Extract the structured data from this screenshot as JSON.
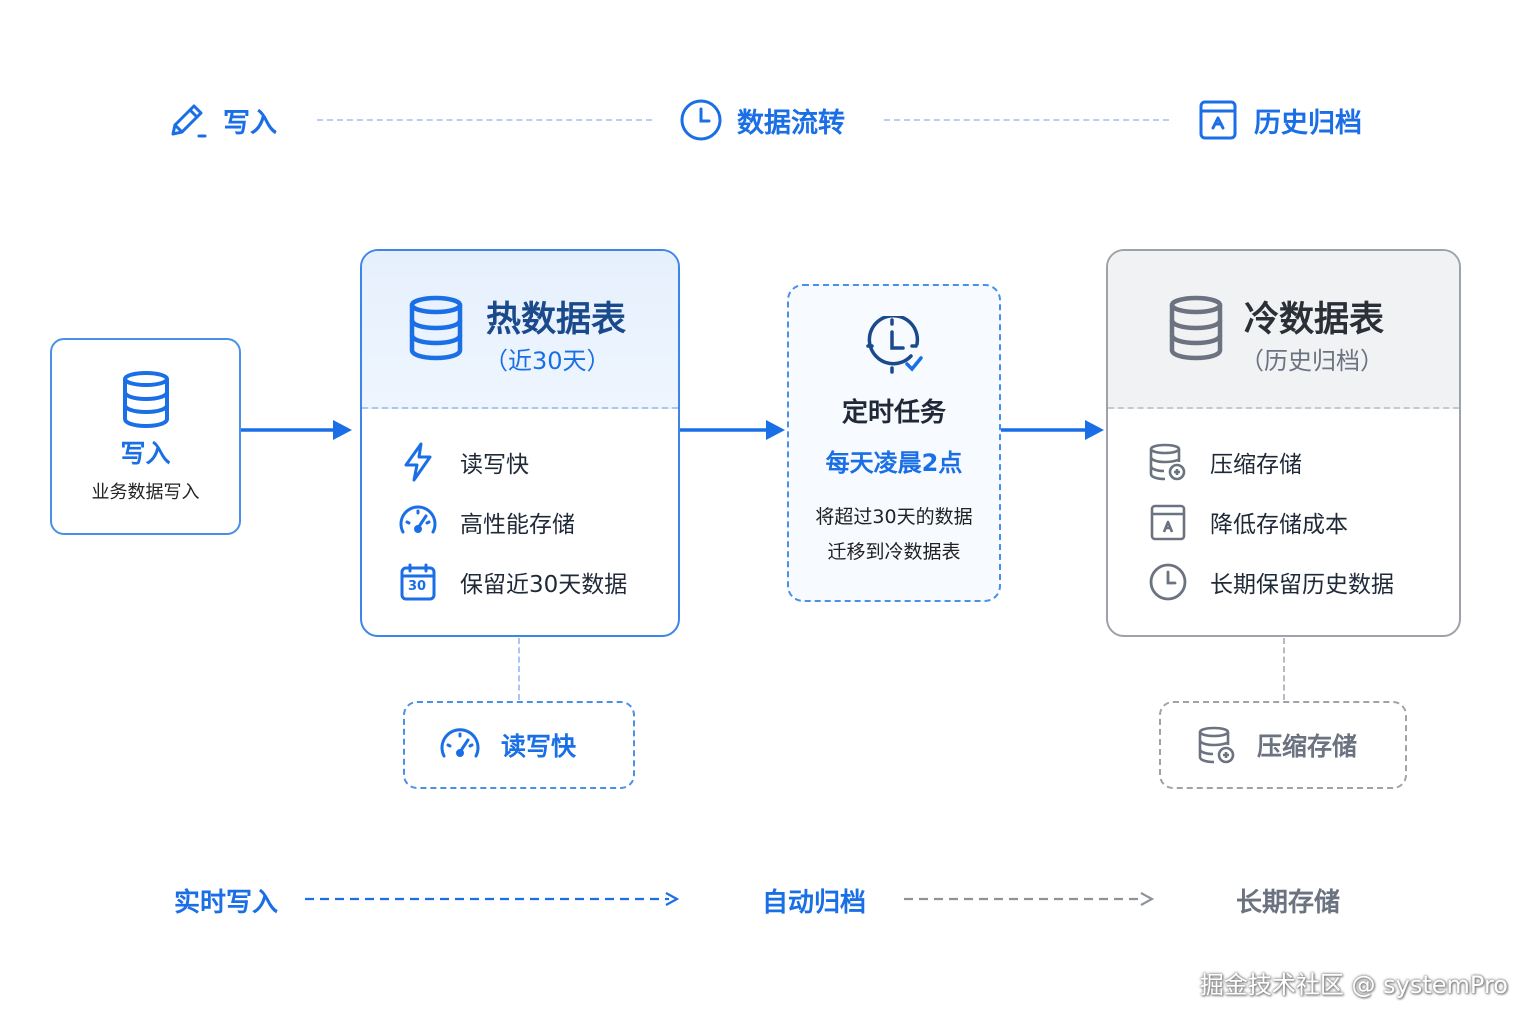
{
  "header": {
    "step1": "写入",
    "step2": "数据流转",
    "step3": "历史归档",
    "step1_icon": "pencil-icon",
    "step2_icon": "clock-icon",
    "step3_icon": "archive-box-icon"
  },
  "write_box": {
    "icon": "database-icon",
    "title": "写入",
    "subtitle": "业务数据写入"
  },
  "hot_table": {
    "icon": "database-icon",
    "title": "热数据表",
    "subtitle": "（近30天）",
    "features": [
      {
        "icon": "lightning-icon",
        "label": "读写快"
      },
      {
        "icon": "speedometer-icon",
        "label": "高性能存储"
      },
      {
        "icon": "calendar-icon",
        "label": "保留近30天数据",
        "badge": "30"
      }
    ],
    "callout": {
      "icon": "speedometer-icon",
      "label": "读写快"
    }
  },
  "task": {
    "icon": "clock-check-icon",
    "title": "定时任务",
    "schedule": "每天凌晨2点",
    "desc_line1": "将超过30天的数据",
    "desc_line2": "迁移到冷数据表"
  },
  "cold_table": {
    "icon": "database-icon",
    "title": "冷数据表",
    "subtitle": "（历史归档）",
    "features": [
      {
        "icon": "database-compress-icon",
        "label": "压缩存储"
      },
      {
        "icon": "archive-box-icon",
        "label": "降低存储成本"
      },
      {
        "icon": "clock-icon",
        "label": "长期保留历史数据"
      }
    ],
    "callout": {
      "icon": "database-compress-icon",
      "label": "压缩存储"
    }
  },
  "bottom_flow": {
    "label1": "实时写入",
    "label2": "自动归档",
    "label3": "长期存储"
  },
  "watermark": "掘金技术社区 @ systemPro",
  "colors": {
    "blue": "#1a6fe6",
    "blue_border": "#3c86ea",
    "gray": "#6b7280",
    "gray_border": "#9ea3a9",
    "hot_header_bg": "#e6f0fd",
    "cold_header_bg": "#f1f2f4"
  }
}
